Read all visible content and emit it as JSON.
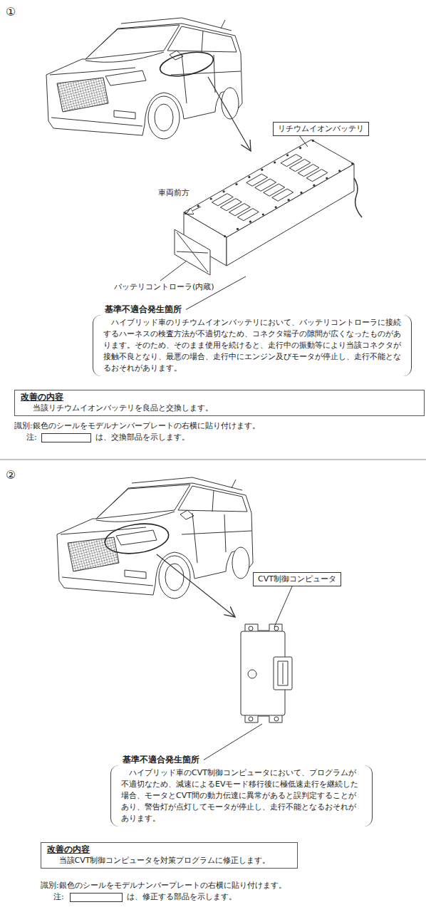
{
  "diagram": {
    "nodes": [
      {
        "text": [
          "リチウムイオンバッテリ"
        ]
      },
      {
        "text": [
          "基準不適合発生箇所",
          "ハイブリッド車のリチウムイオンバッテリにおいて、バッテリコントローラに接続するハーネスの検査方法が不適切なため、コネクタ端子の隙間が広くなったものがあります。そのため、そのまま使用を続けると、走行中の振動等により当該コネクタが接触不良となり、最悪の場合、走行中にエンジン及びモータが停止し、走行不能となるおそれがあります。"
        ]
      },
      {
        "text": [
          "改善の内容",
          "当該リチウムイオンバッテリを良品と交換します。"
        ]
      },
      {
        "text": [
          "CVT制御コンピュータ"
        ]
      },
      {
        "text": [
          "基準不適合発生箇所",
          "ハイブリッド車のCVT制御コンピュータにおいて、プログラムが不適切なため、減速によるEVモード移行後に極低速走行を継続した場合、モータとCVT間の動力伝達に異常があると誤判定することがあり、警告灯が点灯してモータが停止し、走行不能となるおそれがあります。"
        ]
      },
      {
        "text": [
          "改善の内容",
          "当該CVT制御コンピュータを対策プログラムに修正します。"
        ]
      }
    ],
    "labels": [
      "①",
      "車両前方",
      "バッテリコントローラ(内蔵)",
      "識別:銀色のシールをモデルナンバープレートの右横に貼り付けます。",
      "注:",
      "②",
      "識別:銀色のシールをモデルナンバープレートの右横に貼り付けます。",
      "注:"
    ],
    "legend": [
      {
        "text": "は、交換部品を示します。"
      },
      {
        "text": "は、修正する部品を示します。"
      }
    ]
  }
}
